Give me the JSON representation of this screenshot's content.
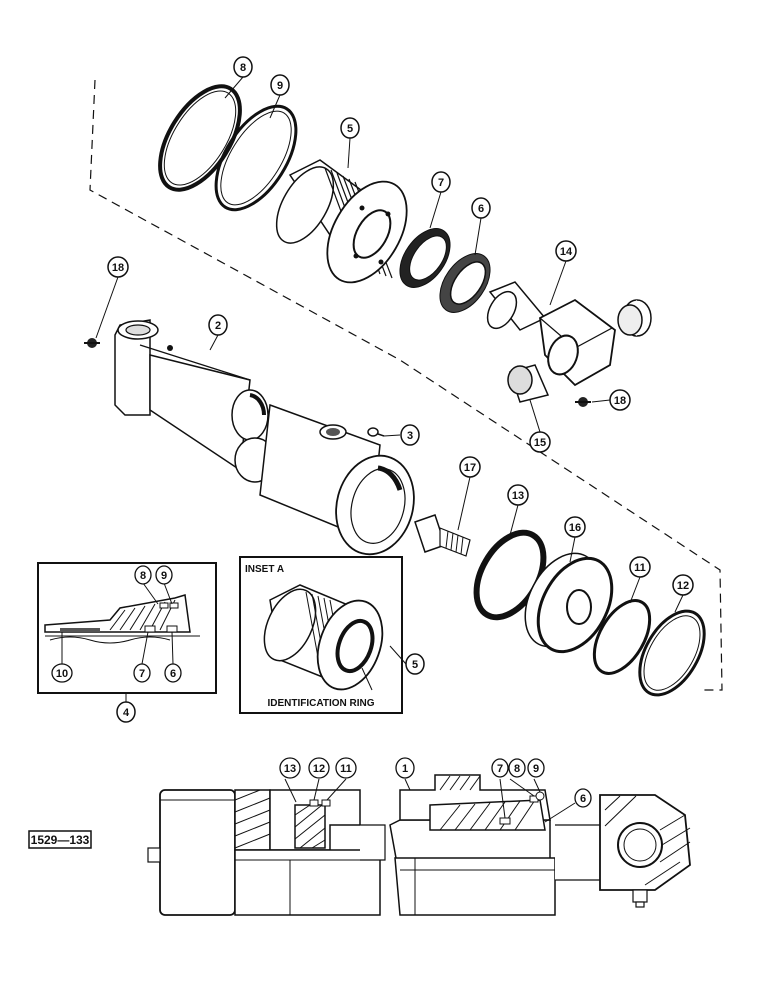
{
  "callouts": {
    "c1": "1",
    "c2": "2",
    "c3": "3",
    "c4": "4",
    "c5": "5",
    "c5b": "5",
    "c6": "6",
    "c6b": "6",
    "c6c": "6",
    "c7": "7",
    "c7b": "7",
    "c7c": "7",
    "c8": "8",
    "c8b": "8",
    "c8c": "8",
    "c9": "9",
    "c9b": "9",
    "c9c": "9",
    "c10": "10",
    "c11": "11",
    "c11b": "11",
    "c12": "12",
    "c12b": "12",
    "c13": "13",
    "c13b": "13",
    "c14": "14",
    "c15": "15",
    "c16": "16",
    "c17": "17",
    "c18": "18",
    "c18b": "18"
  },
  "inset_a": {
    "title": "INSET A",
    "caption": "IDENTIFICATION RING"
  },
  "part_number": "1529—133"
}
